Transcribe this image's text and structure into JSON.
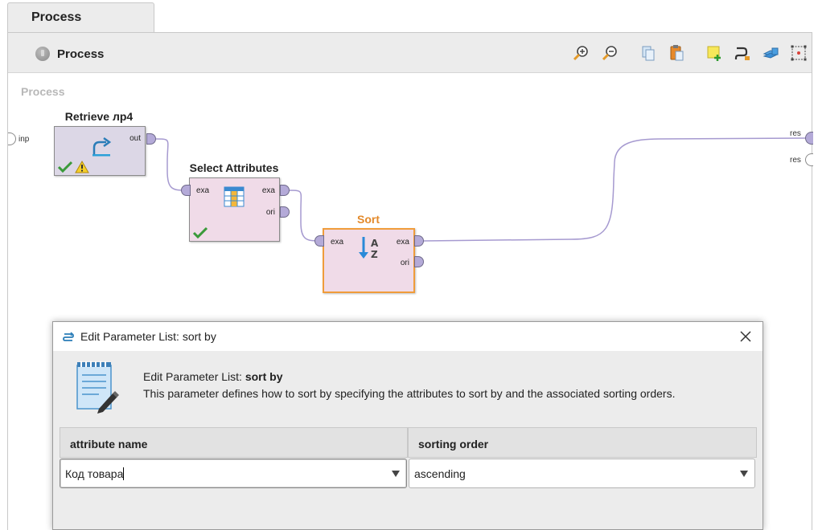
{
  "tab": {
    "label": "Process"
  },
  "toolbar": {
    "title": "Process",
    "buttons": [
      "zoom-in-icon",
      "zoom-out-icon",
      "copy-icon",
      "paste-icon",
      "add-note-icon",
      "connect-icon",
      "layers-icon",
      "fit-icon"
    ]
  },
  "canvas": {
    "label": "Process",
    "input_port": "inp",
    "result_ports": [
      "res",
      "res"
    ],
    "operators": [
      {
        "title": "Retrieve лр4",
        "outputs": [
          "out"
        ],
        "status": "ok-warning"
      },
      {
        "title": "Select Attributes",
        "inputs": [
          "exa"
        ],
        "outputs": [
          "exa",
          "ori"
        ],
        "status": "ok"
      },
      {
        "title": "Sort",
        "inputs": [
          "exa"
        ],
        "outputs": [
          "exa",
          "ori"
        ],
        "status": "selected"
      }
    ]
  },
  "dialog": {
    "title": "Edit Parameter List: sort by",
    "heading_prefix": "Edit Parameter List: ",
    "heading_param": "sort by",
    "description": "This parameter defines how to sort by specifying the attributes to sort by and the associated sorting orders.",
    "columns": [
      "attribute name",
      "sorting order"
    ],
    "rows": [
      {
        "attribute_name": "Код товара",
        "sorting_order": "ascending"
      }
    ]
  },
  "colors": {
    "selected_border": "#f09c3b",
    "port_fill": "#b4aad8",
    "retrieve_bg": "#dcd7e6",
    "operator_bg": "#f0dbe8"
  }
}
